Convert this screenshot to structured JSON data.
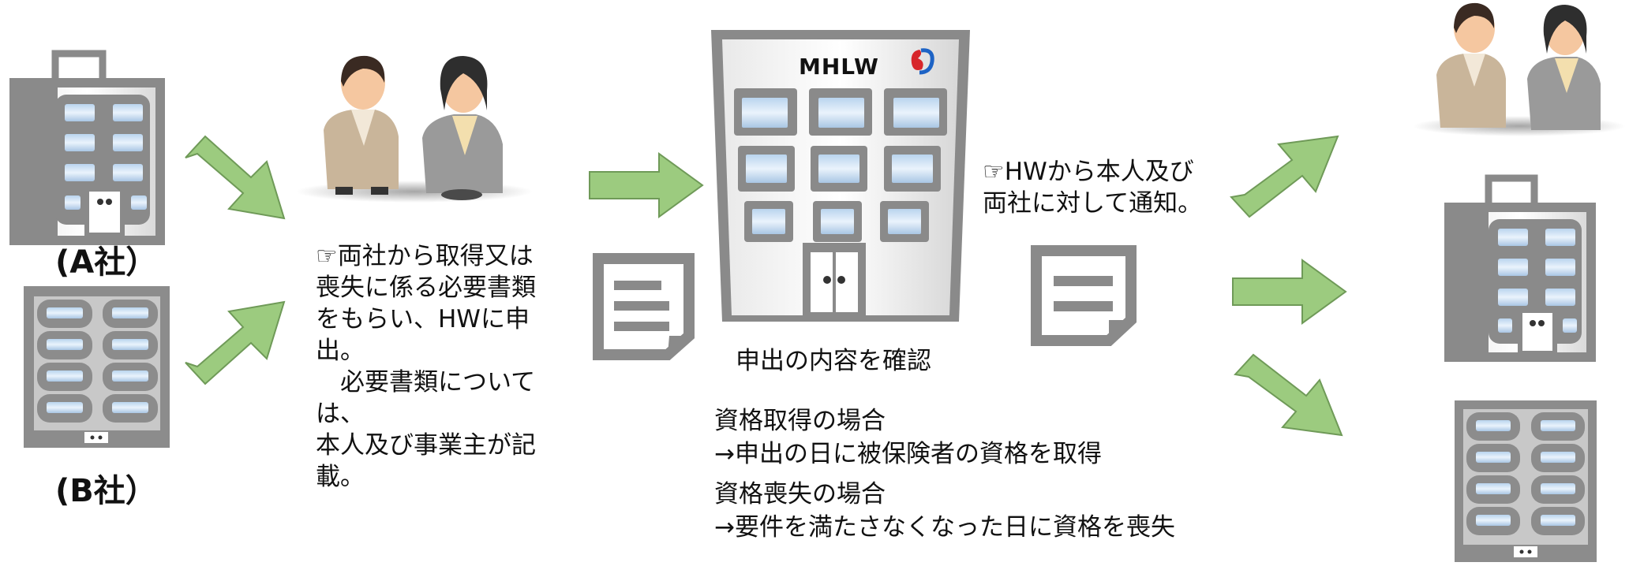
{
  "company_a_label": "(A社）",
  "company_b_label": "(B社）",
  "ministry_sign": "MHLW",
  "submission_note": "☞両社から取得又は\n喪失に係る必要書類\nをもらい、HWに申出。\n　必要書類については、\n本人及び事業主が記\n載。",
  "notification_note": "☞HWから本人及び\n両社に対して通知。",
  "confirm_label": "申出の内容を確認",
  "acquisition_title": "資格取得の場合",
  "acquisition_result": "→申出の日に被保険者の資格を取得",
  "loss_title": "資格喪失の場合",
  "loss_result": "→要件を満たさなくなった日に資格を喪失",
  "colors": {
    "arrow_fill": "#9ccb7f",
    "arrow_stroke": "#6f9a58",
    "building_gray": "#8c8c8c",
    "window_blue": "#cfe2f3"
  },
  "icons": [
    "building-icon",
    "person-male-icon",
    "person-female-icon",
    "document-icon",
    "ministry-logo-icon"
  ]
}
